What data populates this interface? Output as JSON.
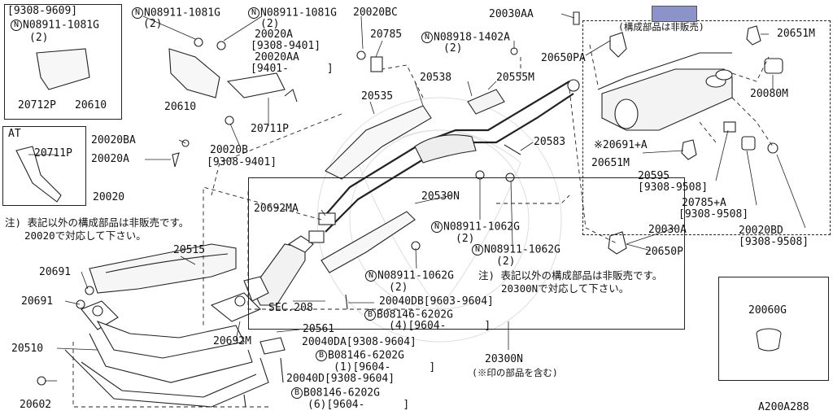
{
  "diagram": {
    "ref_code": "A200A288",
    "highlight_color": "#8b93c9",
    "inset_top": {
      "lines": [
        "[9308-9609]",
        "N08911-1081G",
        "(2)"
      ],
      "parts": [
        "20712P",
        "20610"
      ]
    },
    "inset_at": {
      "title": "AT",
      "parts": [
        "20711P"
      ]
    },
    "inset_cap": {
      "parts": [
        "20060G"
      ]
    },
    "notes": {
      "left": [
        "注) 表記以外の構成部品は非販売です。",
        "20020で対応して下さい。"
      ],
      "mid": [
        "注) 表記以外の構成部品は非販売です。",
        "20300Nで対応して下さい。"
      ],
      "top_right": "(構成部品は非販売)",
      "asterisk": "(※印の部品を含む)"
    },
    "labels": {
      "l1": "N08911-1081G",
      "l1b": "(2)",
      "l2": "N08911-1081G",
      "l2b": "(2)",
      "l3": "20020BC",
      "l4": "20020A",
      "l4b": "[9308-9401]",
      "l5": "20020AA",
      "l5b": "[9401-      ]",
      "l6": "20785",
      "l7": "N08918-1402A",
      "l7b": "(2)",
      "l8": "20030AA",
      "l9": "20650PA",
      "l10": "20651M",
      "l11": "20080M",
      "l12": "20610",
      "l13": "20711P",
      "l14": "20538",
      "l15": "20555M",
      "l16": "20535",
      "l17": "20020BA",
      "l18": "20020A",
      "l19": "20020B",
      "l19b": "[9308-9401]",
      "l20": "20583",
      "l21": "※20691+A",
      "l22": "20651M",
      "l23": "20595",
      "l23b": "[9308-9508]",
      "l24": "20785+A",
      "l24b": "[9308-9508]",
      "l25": "20020",
      "l26": "20692MA",
      "l27": "20530N",
      "l28": "N08911-1062G",
      "l28b": "(2)",
      "l29": "N08911-1062G",
      "l29b": "(2)",
      "l30": "20030A",
      "l31": "20020BD",
      "l31b": "[9308-9508]",
      "l32": "20650P",
      "l33": "20515",
      "l34": "20691",
      "l35": "20691",
      "l36": "N08911-1062G",
      "l36b": "(2)",
      "l37": "SEC.208",
      "l38": "20040DB[9603-9604]",
      "l39": "B08146-6202G",
      "l39b": "(4)[9604-      ]",
      "l40": "20510",
      "l41": "20692M",
      "l42": "20561",
      "l43": "20040DA[9308-9604]",
      "l44": "B08146-6202G",
      "l44b": "(1)[9604-      ]",
      "l45": "20300N",
      "l46": "20040D[9308-9604]",
      "l47": "B08146-6202G",
      "l47b": "(6)[9604-      ]",
      "l48": "20602"
    }
  }
}
